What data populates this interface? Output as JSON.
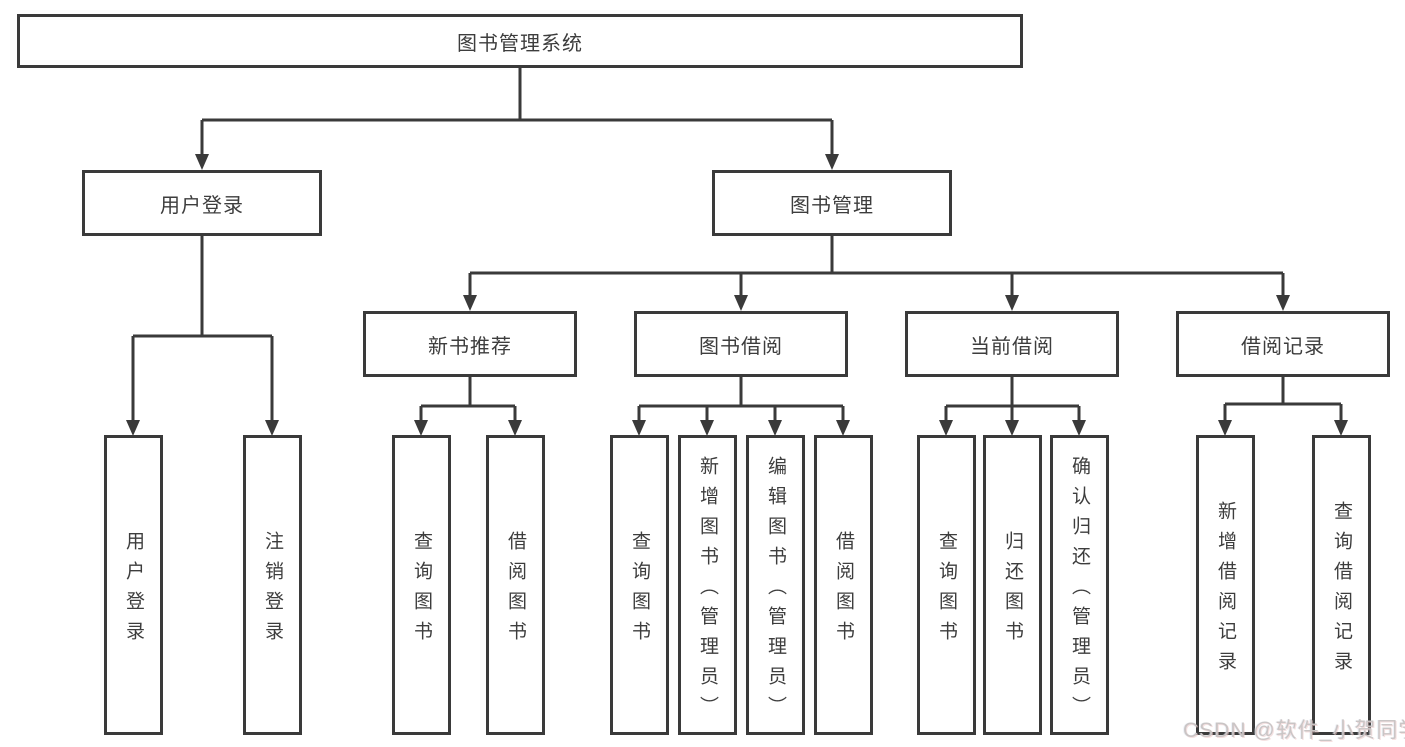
{
  "diagram_type": "tree",
  "colors": {
    "line": "#3a3a3a",
    "text": "#3d3d3d",
    "background": "#ffffff",
    "watermark": "#cac5c5"
  },
  "tree": {
    "root": {
      "label": "图书管理系统",
      "children": [
        {
          "label": "用户登录",
          "children": [
            {
              "label": "用户登录"
            },
            {
              "label": "注销登录"
            }
          ]
        },
        {
          "label": "图书管理",
          "children": [
            {
              "label": "新书推荐",
              "children": [
                {
                  "label": "查询图书"
                },
                {
                  "label": "借阅图书"
                }
              ]
            },
            {
              "label": "图书借阅",
              "children": [
                {
                  "label": "查询图书"
                },
                {
                  "label": "新增图书（管理员）"
                },
                {
                  "label": "编辑图书（管理员）"
                },
                {
                  "label": "借阅图书"
                }
              ]
            },
            {
              "label": "当前借阅",
              "children": [
                {
                  "label": "查询图书"
                },
                {
                  "label": "归还图书"
                },
                {
                  "label": "确认归还（管理员）"
                }
              ]
            },
            {
              "label": "借阅记录",
              "children": [
                {
                  "label": "新增借阅记录"
                },
                {
                  "label": "查询借阅记录"
                }
              ]
            }
          ]
        }
      ]
    }
  },
  "watermark": {
    "text": "CSDN @软件_小贺同学"
  }
}
